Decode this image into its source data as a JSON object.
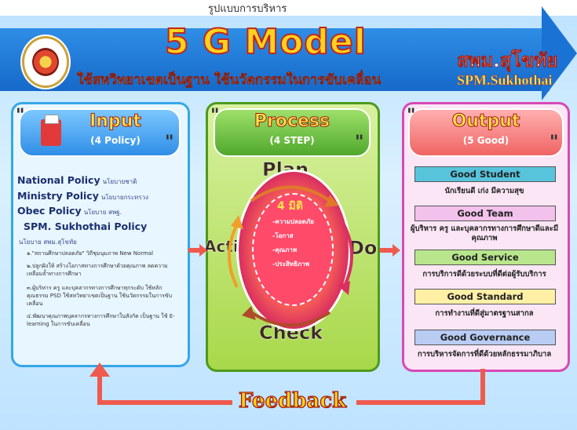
{
  "header": {
    "top_caption": "รูปแบบการบริหาร",
    "title": "5 G Model",
    "subtitle": "ใช้สหวิทยาเขตเป็นฐาน ใช้นวัตกรรมในการขับเคลื่อน",
    "org_thai": "สพม.สุโขทัย",
    "org_english": "SPM.Sukhothai"
  },
  "input": {
    "title": "Input",
    "subtitle": "(4 Policy)",
    "policies": [
      {
        "name": "National Policy",
        "thai": "นโยบายชาติ"
      },
      {
        "name": "Ministry Policy",
        "thai": "นโยบายกระทรวง"
      },
      {
        "name": "Obec Policy",
        "thai": "นโยบาย สพฐ."
      },
      {
        "name": "SPM. Sukhothai Policy",
        "thai": ""
      }
    ],
    "spm_label": "นโยบาย สพม.สุโขทัย",
    "items": [
      "๑.\"สถานศึกษาปลอดภัย\" วิถีชุมนุมภาพ New Normal",
      "๒.ปลูกฝังให้ สร้างโอกาสทางการศึกษาด้วยคุณภาพ ลดความเหลื่อมล้ำทางการศึกษา",
      "๓.ผู้บริหาร ครู และบุคลากรทางการศึกษาทุกระดับ ใช้หลักคุณธรรม PSD ใช้สหวิทยาเขตเป็นฐาน ใช้นวัตกรรมในการขับเคลื่อน",
      "๔.พัฒนาคุณภาพบุคลากรทางการศึกษาในสังกัด เป็นฐาน ใช้ E-learning ในการขับเคลื่อน"
    ]
  },
  "process": {
    "title": "Process",
    "subtitle": "(4 STEP)",
    "plan": "Plan",
    "do": "Do",
    "check": "Check",
    "action": "Action",
    "center_title": "4 มิติ",
    "dimensions": [
      "-ความปลอดภัย",
      "-โอกาส",
      "-คุณภาพ",
      "-ประสิทธิภาพ"
    ]
  },
  "output": {
    "title": "Output",
    "subtitle": "(5 Good)",
    "goods": [
      {
        "label": "Good Student",
        "desc": "นักเรียนดี เก่ง มีความสุข",
        "color": "#57c4dc"
      },
      {
        "label": "Good Team",
        "desc": "ผู้บริหาร ครู และบุคลากรทางการศึกษาดีและมีคุณภาพ",
        "color": "#f3c2ec"
      },
      {
        "label": "Good Service",
        "desc": "การบริการดีด้วยระบบที่ดีต่อผู้รับบริการ",
        "color": "#b9e68c"
      },
      {
        "label": "Good Standard",
        "desc": "การทำงานที่ดีสู่มาตรฐานสากล",
        "color": "#fff0a6"
      },
      {
        "label": "Good Governance",
        "desc": "การบริหารจัดการที่ดีด้วยหลักธรรมาภิบาล",
        "color": "#b8ccf4"
      }
    ]
  },
  "feedback": "Feedback",
  "colors": {
    "banner": "#1a73d4",
    "title_fill": "#ffd21f",
    "arrow": "#ef5a4e",
    "input_border": "#35a7e8",
    "process_border": "#4e9a1e",
    "output_border": "#d849b6"
  }
}
